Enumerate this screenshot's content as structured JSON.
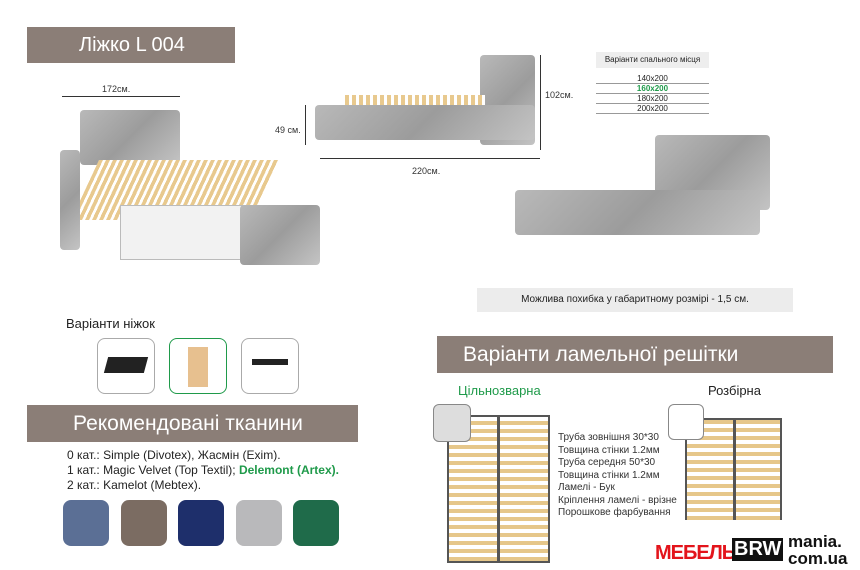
{
  "title": "Ліжко L 004",
  "dimensions": {
    "width": "172см.",
    "height_side": "49 см.",
    "length": "220см.",
    "height_head": "102см."
  },
  "sizes": {
    "header": "Варіанти спального місця",
    "options": [
      "140x200",
      "160x200",
      "180x200",
      "200x200"
    ],
    "selected": "160x200"
  },
  "note": "Можлива похибка у габаритному розмірі - 1,5 см.",
  "legs": {
    "label": "Варіанти ніжок"
  },
  "fabrics": {
    "header": "Рекомендовані тканини",
    "lines": [
      {
        "text": "0 кат.: Simple (Divotex), Жасмін (Exim)."
      },
      {
        "text": "1 кат.: Magic Velvet (Top Textil); ",
        "highlight": "Delemont (Artex)."
      },
      {
        "text": "2 кат.: Kamelot (Mebtex)."
      }
    ],
    "swatches": [
      "#5b6f95",
      "#7b6c62",
      "#1e2f6b",
      "#b9b9bb",
      "#1f6b4a"
    ],
    "highlight_color": "#1f9a4a"
  },
  "slats": {
    "header": "Варіанти ламельної решітки",
    "welded": "Цільнозварна",
    "collapsible": "Розбірна",
    "specs": [
      "Труба зовнішня 30*30",
      "Товщина стінки 1.2мм",
      "Труба середня 50*30",
      "Товщина стінки 1.2мм",
      "Ламелі - Бук",
      "Кріплення ламелі - врізне",
      "Порошкове фарбування"
    ]
  },
  "logo": {
    "part1": "МЕБЕЛЬ",
    "part2": "BRW",
    "part3": "mania.",
    "part4": "com.ua"
  }
}
